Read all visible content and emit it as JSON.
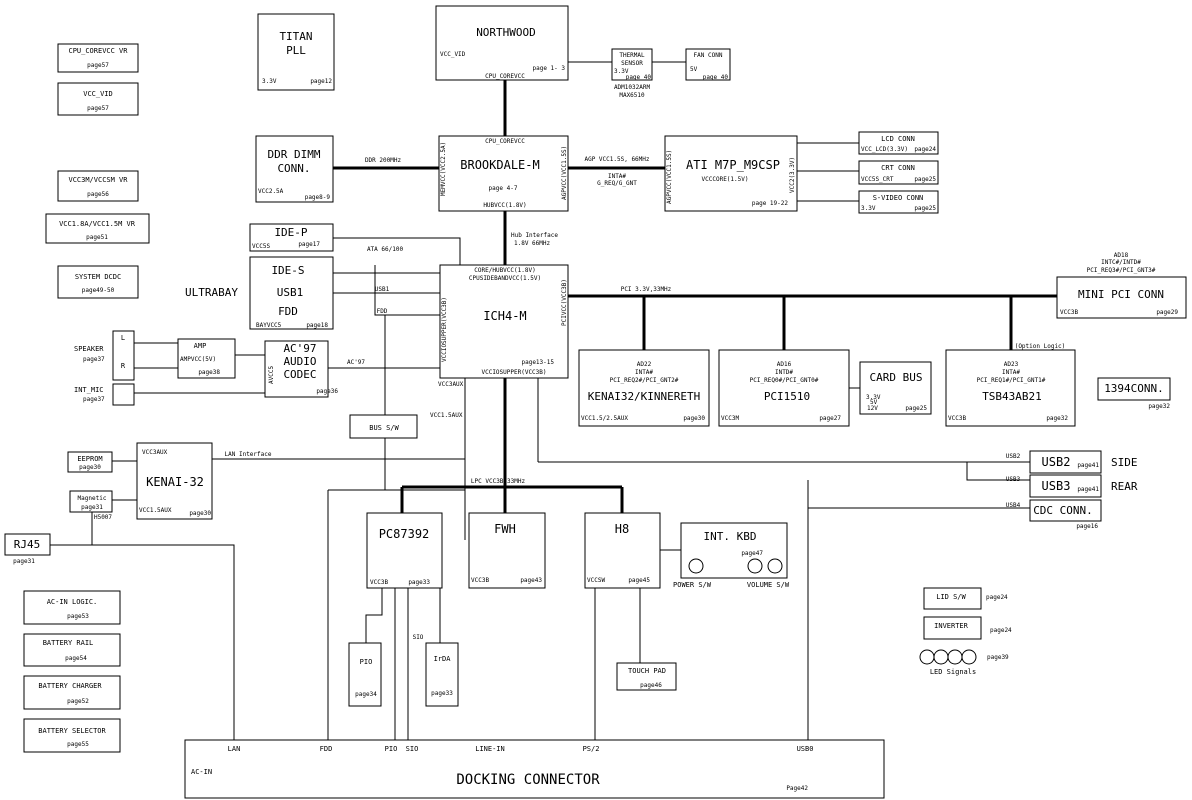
{
  "blocks": {
    "titan": {
      "title1": "TITAN",
      "title2": "PLL",
      "v": "3.3V",
      "page": "page12"
    },
    "cpu_corevcc_vr": {
      "title": "CPU_COREVCC VR",
      "page": "page57"
    },
    "vcc_vid": {
      "title": "VCC_VID",
      "page": "page57"
    },
    "vcc3m_vr": {
      "title": "VCC3M/VCCSM VR",
      "page": "page56"
    },
    "vcc18_vr": {
      "title": "VCC1.8A/VCC1.5M VR",
      "page": "page51"
    },
    "sys_dcdc": {
      "title": "SYSTEM DCDC",
      "page": "page49-50"
    },
    "northwood": {
      "title": "NORTHWOOD",
      "v1": "VCC_VID",
      "page": "page 1- 3",
      "v2": "CPU_COREVCC"
    },
    "thermal": {
      "t1": "THERMAL",
      "t2": "SENSOR",
      "v": "3.3V",
      "page": "page 40",
      "chip1": "ADM1032ARM",
      "chip2": "MAX6510"
    },
    "fan": {
      "title": "FAN CONN",
      "v": "5V",
      "page": "page 40"
    },
    "ddr": {
      "t1": "DDR DIMM",
      "t2": "CONN.",
      "v": "VCC2.5A",
      "page": "page8-9",
      "bus": "DDR 200MHz"
    },
    "brookdale": {
      "top": "CPU_COREVCC",
      "title": "BROOKDALE-M",
      "page": "page 4-7",
      "bottom": "HUBVCC(1.8V)",
      "left": "MEMVCC(VCC2.5A)",
      "right": "AGPVCC(VCC1.5S)"
    },
    "agp": {
      "l1": "AGP VCC1.5S, 66MHz",
      "l2": "INTA#",
      "l3": "G_REQ/G_GNT"
    },
    "ati": {
      "title": "ATI M7P_M9CSP",
      "vcc": "VCCCORE(1.5V)",
      "page": "page 19-22",
      "left": "AGPVCC(VCC1.5S)",
      "right": "VCC2(3.3V)"
    },
    "lcd": {
      "title": "LCD CONN",
      "v": "VCC_LCD(3.3V)",
      "page": "page24"
    },
    "crt": {
      "title": "CRT CONN",
      "v": "VCC5S_CRT",
      "page": "page25"
    },
    "svideo": {
      "title": "S-VIDEO CONN",
      "v": "3.3V",
      "page": "page25"
    },
    "hub": {
      "l1": "Hub Interface",
      "l2": "1.8V 66MHz"
    },
    "ide_p": {
      "title": "IDE-P",
      "v": "VCC5S",
      "page": "page17",
      "bus": "ATA 66/100"
    },
    "ultrabay": {
      "label": "ULTRABAY",
      "ide_s": "IDE-S",
      "usb1": "USB1",
      "fdd": "FDD",
      "v": "BAYVCC5",
      "page": "page18",
      "usb1_bus": "USB1",
      "fdd_bus": "FDD"
    },
    "ich4": {
      "l1": "CORE/HUBVCC(1.8V)",
      "l2": "CPUSIDEBANDVCC(1.5V)",
      "title": "ICH4-M",
      "page": "page13-15",
      "bottom": "VCCIOSUPPER(VCC3B)",
      "left": "VCCIOSUPPER(VCC3B)",
      "right": "PCIVCC(VCC3B)"
    },
    "pci_bus": "PCI 3.3V,33MHz",
    "minipci": {
      "title": "MINI PCI CONN",
      "v": "VCC3B",
      "page": "page29",
      "n1": "AD18",
      "n2": "INTC#/INTD#",
      "n3": "PCI_REQ3#/PCI_GNT3#"
    },
    "kenai_kin": {
      "n1": "AD22",
      "n2": "INTA#",
      "n3": "PCI_REQ2#/PCI_GNT2#",
      "title": "KENAI32/KINNERETH",
      "v": "VCC1.5/2.5AUX",
      "page": "page30"
    },
    "pci1510": {
      "n1": "AD16",
      "n2": "INTD#",
      "n3": "PCI_REQ0#/PCI_GNT0#",
      "title": "PCI1510",
      "v": "VCC3M",
      "page": "page27"
    },
    "cardbus": {
      "title": "CARD BUS",
      "v1": "3.3V",
      "v2": "5V",
      "v3": "12V",
      "page": "page25"
    },
    "tsb": {
      "opt": "(Option Logic)",
      "n1": "AD23",
      "n2": "INTA#",
      "n3": "PCI_REQ1#/PCI_GNT1#",
      "title": "TSB43AB21",
      "v": "VCC3B",
      "page": "page32"
    },
    "conn1394": {
      "title": "1394CONN.",
      "page": "page32"
    },
    "speaker": {
      "label": "SPEAKER",
      "page": "page37",
      "l": "L",
      "r": "R"
    },
    "intmic": {
      "label": "INT_MIC",
      "page": "page37"
    },
    "amp": {
      "title": "AMP",
      "v": "AMPVCC(5V)",
      "page": "page38"
    },
    "ac97": {
      "t1": "AC'97",
      "t2": "AUDIO",
      "t3": "CODEC",
      "v": "AVCC5",
      "page": "page36",
      "bus": "AC'97"
    },
    "misc_labels": {
      "vcc3aux": "VCC3AUX",
      "vcc15aux": "VCC1.5AUX"
    },
    "bus_sw": "BUS S/W",
    "eeprom": {
      "title": "EEPROM",
      "page": "page30"
    },
    "kenai": {
      "title": "KENAI-32",
      "v1": "VCC3AUX",
      "v2": "VCC1.5AUX",
      "page": "page30",
      "lan": "LAN Interface"
    },
    "magnetic": {
      "title": "Magnetic",
      "page": "page31",
      "code": "H5007"
    },
    "rj45": {
      "title": "RJ45",
      "page": "page31"
    },
    "usb2": {
      "title": "USB2",
      "page": "page41",
      "bus": "USB2",
      "side": "SIDE"
    },
    "usb3": {
      "title": "USB3",
      "page": "page41",
      "bus": "USB3",
      "side": "REAR"
    },
    "cdc": {
      "title": "CDC CONN.",
      "page": "page16",
      "bus": "USB4"
    },
    "lpc": "LPC VCC3B,33MHz",
    "pc87392": {
      "title": "PC87392",
      "v": "VCC3B",
      "page": "page33"
    },
    "fwh": {
      "title": "FWH",
      "v": "VCC3B",
      "page": "page43"
    },
    "h8": {
      "title": "H8",
      "v": "VCCSW",
      "page": "page45"
    },
    "kbd": {
      "title": "INT. KBD",
      "page": "page47",
      "power": "POWER S/W",
      "volume": "VOLUME S/W"
    },
    "pio": {
      "title": "PIO",
      "page": "page34"
    },
    "irda": {
      "title": "IrDA",
      "page": "page33"
    },
    "sio": "SIO",
    "touchpad": {
      "title": "TOUCH PAD",
      "page": "page46"
    },
    "lidsw": {
      "title": "LID S/W",
      "page": "page24"
    },
    "inverter": {
      "title": "INVERTER",
      "page": "page24"
    },
    "led": {
      "label": "LED Signals",
      "page": "page39"
    },
    "acin": {
      "title": "AC-IN LOGIC.",
      "page": "page53"
    },
    "batt_rail": {
      "title": "BATTERY RAIL",
      "page": "page54"
    },
    "batt_chg": {
      "title": "BATTERY CHARGER",
      "page": "page52"
    },
    "batt_sel": {
      "title": "BATTERY SELECTOR",
      "page": "page55"
    },
    "dock": {
      "lan": "LAN",
      "fdd": "FDD",
      "pio": "PIO",
      "sio": "SIO",
      "linein": "LINE-IN",
      "ps2": "PS/2",
      "usb0": "USB0",
      "acin": "AC-IN",
      "title": "DOCKING CONNECTOR",
      "page": "Page42"
    }
  }
}
